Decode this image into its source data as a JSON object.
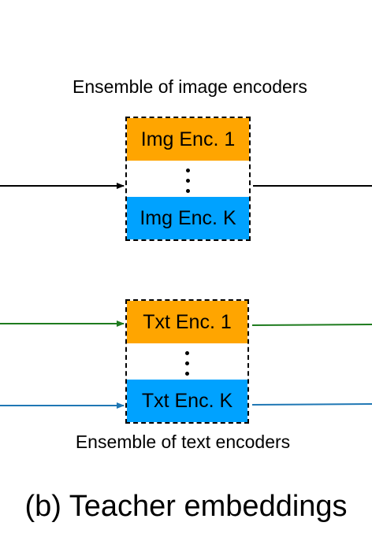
{
  "image_ensemble": {
    "title": "Ensemble of image encoders",
    "first_encoder": "Img Enc. 1",
    "last_encoder": "Img Enc. K"
  },
  "text_ensemble": {
    "title": "Ensemble of text encoders",
    "first_encoder": "Txt Enc. 1",
    "last_encoder": "Txt Enc. K"
  },
  "caption": "(b) Teacher embeddings",
  "colors": {
    "first_encoder_fill": "#ffa500",
    "last_encoder_fill": "#00a2ff",
    "image_arrow": "#000000",
    "text_arrow_first": "#1e7b1e",
    "text_arrow_last": "#1f77b4"
  }
}
